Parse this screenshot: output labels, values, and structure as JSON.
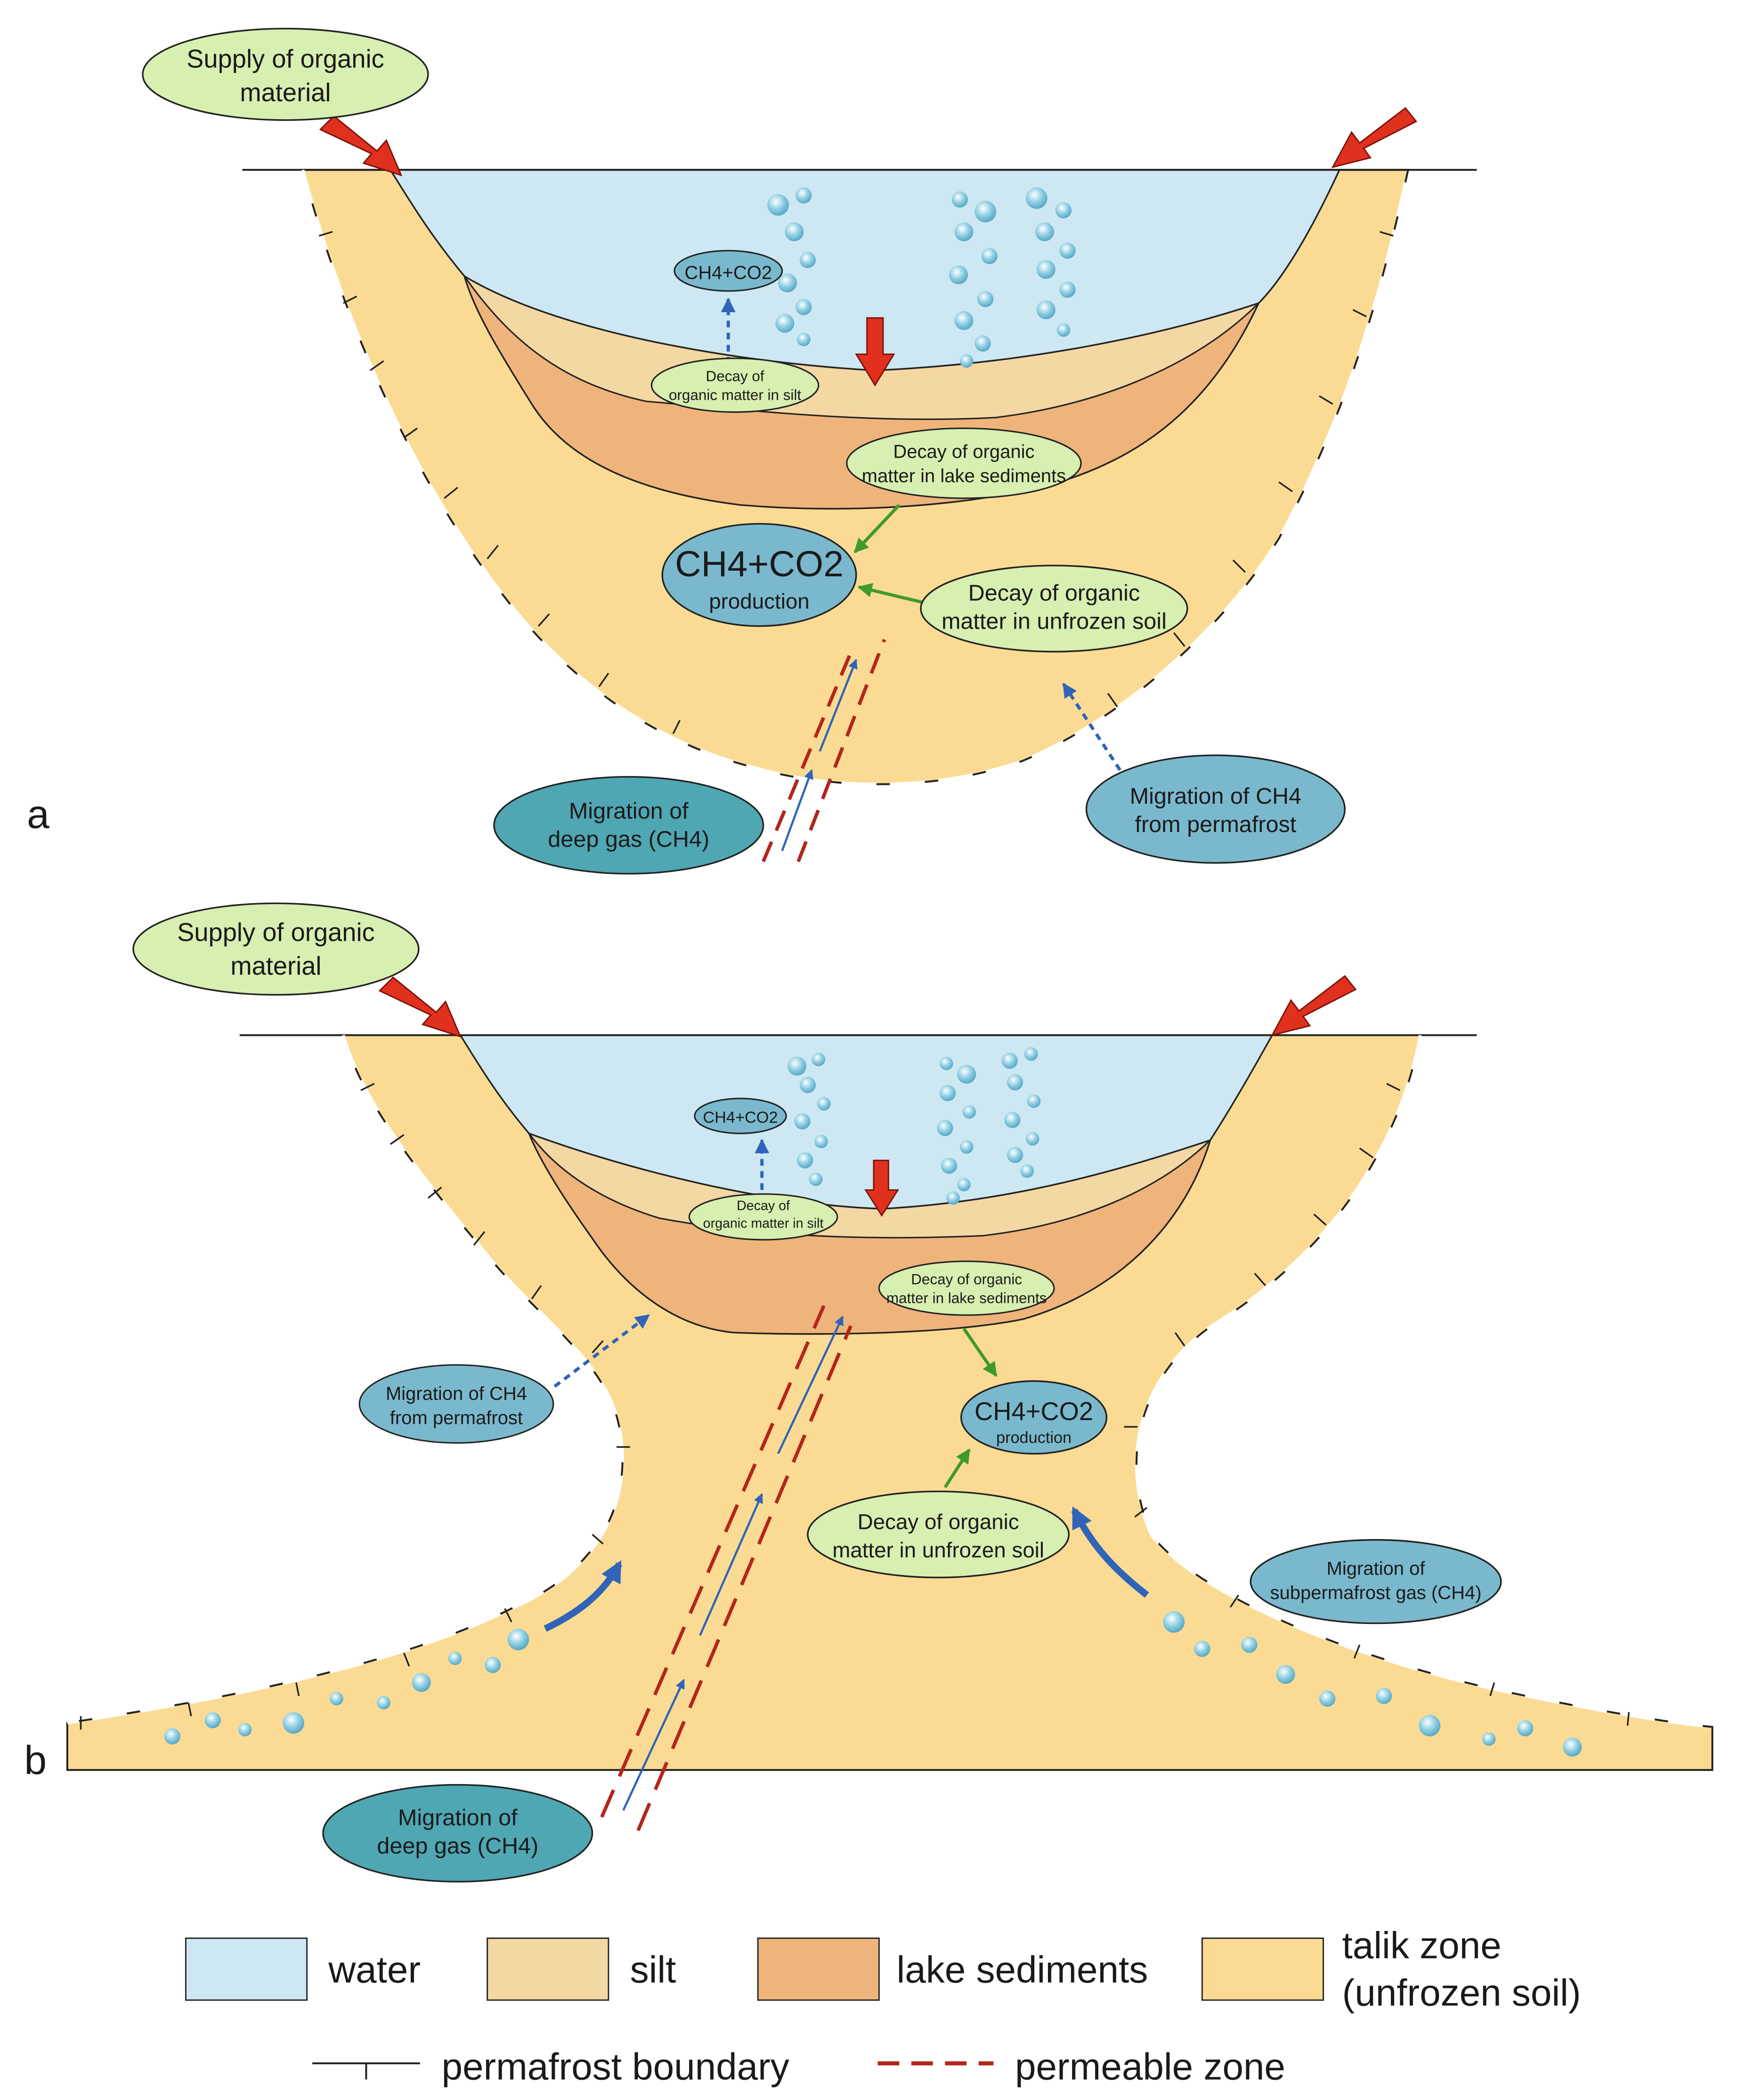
{
  "panel_a": {
    "letter": "a",
    "supply": [
      "Supply of organic",
      "material"
    ],
    "ch4co2_small": "CH4+CO2",
    "decay_silt": [
      "Decay of",
      "organic matter in silt"
    ],
    "decay_lake": [
      "Decay of organic",
      "matter in lake sediments"
    ],
    "production_main": "CH4+CO2",
    "production_sub": "production",
    "decay_soil": [
      "Decay of organic",
      "matter in unfrozen soil"
    ],
    "deep_gas": [
      "Migration of",
      "deep gas (CH4)"
    ],
    "permafrost_ch4": [
      "Migration of CH4",
      "from permafrost"
    ]
  },
  "panel_b": {
    "letter": "b",
    "supply": [
      "Supply of organic",
      "material"
    ],
    "ch4co2_small": "CH4+CO2",
    "decay_silt": [
      "Decay of",
      "organic matter in silt"
    ],
    "decay_lake": [
      "Decay of organic",
      "matter in lake sediments"
    ],
    "permafrost_ch4": [
      "Migration of CH4",
      "from permafrost"
    ],
    "production_main": "CH4+CO2",
    "production_sub": "production",
    "decay_soil": [
      "Decay of organic",
      "matter in unfrozen soil"
    ],
    "subpermafrost": [
      "Migration of",
      "subpermafrost gas (CH4)"
    ],
    "deep_gas": [
      "Migration of",
      "deep gas (CH4)"
    ]
  },
  "legend": {
    "water": "water",
    "silt": "silt",
    "lake_sediments": "lake sediments",
    "talik": [
      "talik zone",
      "(unfrozen soil)"
    ],
    "permafrost_boundary": "permafrost boundary",
    "permeable_zone": "permeable zone"
  },
  "colors": {
    "water": "#cde8f3",
    "silt": "#f4d8a3",
    "lake_sediments": "#efb47b",
    "talik": "#fbdb93",
    "bubble_green": "#d7efb0",
    "bubble_blue": "#7ab9cd",
    "bubble_teal": "#4fa7b3",
    "red_arrow": "#e0301e",
    "blue_arrow": "#2f64b8",
    "green_arrow": "#3f9a2b",
    "permeable": "#b3261b"
  }
}
